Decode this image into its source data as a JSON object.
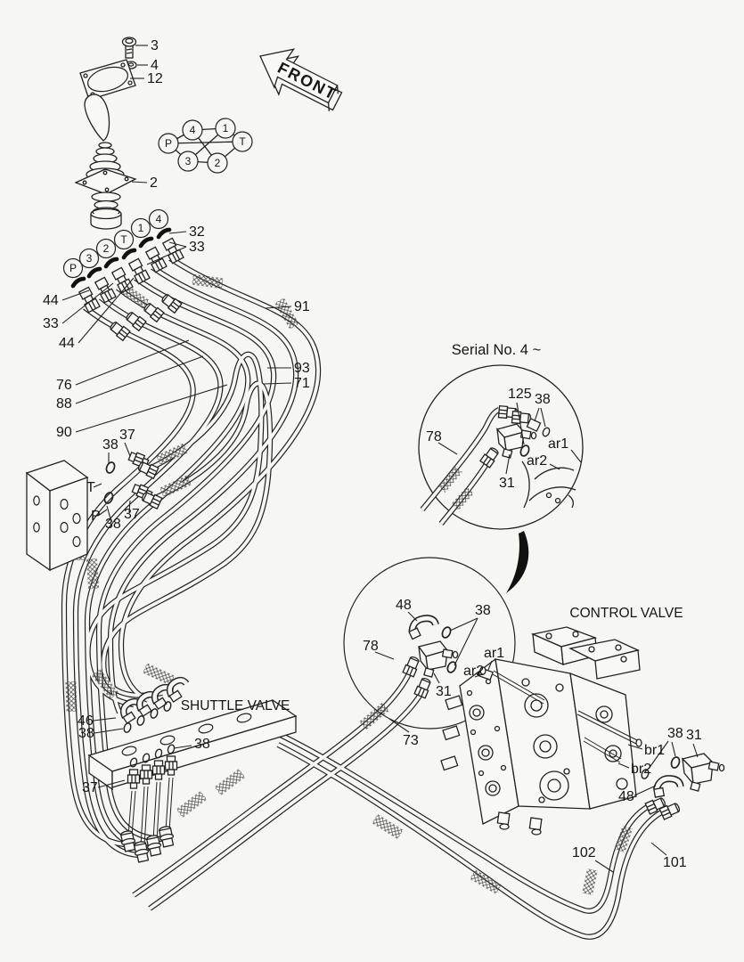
{
  "colors": {
    "ink": "#222222",
    "background": "#f6f6f3"
  },
  "titles": {
    "front": "FRONT",
    "serial_note": "Serial No. 4 ~",
    "control_valve": "CONTROL VALVE",
    "shuttle_valve": "SHUTTLE VALVE"
  },
  "port_diagram": {
    "positions": [
      "4",
      "1",
      "P",
      "T",
      "3",
      "2"
    ]
  },
  "pilot_ports": [
    "P",
    "3",
    "2",
    "T",
    "1",
    "4"
  ],
  "callouts": [
    {
      "name": "bolt",
      "text": "3"
    },
    {
      "name": "washer",
      "text": "4"
    },
    {
      "name": "plate",
      "text": "12"
    },
    {
      "name": "pilot-valve",
      "text": "2"
    },
    {
      "name": "oring-32",
      "text": "32"
    },
    {
      "name": "nut-33-right",
      "text": "33"
    },
    {
      "name": "fitting-44-upper",
      "text": "44"
    },
    {
      "name": "nut-33-left",
      "text": "33"
    },
    {
      "name": "fitting-44-lower",
      "text": "44"
    },
    {
      "name": "hose-91",
      "text": "91"
    },
    {
      "name": "hose-93",
      "text": "93"
    },
    {
      "name": "hose-71",
      "text": "71"
    },
    {
      "name": "hose-76",
      "text": "76"
    },
    {
      "name": "hose-88",
      "text": "88"
    },
    {
      "name": "hose-90",
      "text": "90"
    },
    {
      "name": "fitting-37-t",
      "text": "37"
    },
    {
      "name": "oring-38-t",
      "text": "38"
    },
    {
      "name": "port-t",
      "text": "T"
    },
    {
      "name": "port-p",
      "text": "P"
    },
    {
      "name": "fitting-37-p",
      "text": "37"
    },
    {
      "name": "oring-38-p",
      "text": "38"
    },
    {
      "name": "hose-78-serial",
      "text": "78"
    },
    {
      "name": "adapter-125",
      "text": "125"
    },
    {
      "name": "oring-38-serial",
      "text": "38"
    },
    {
      "name": "ar1-serial",
      "text": "ar1"
    },
    {
      "name": "ar2-serial",
      "text": "ar2"
    },
    {
      "name": "tee-31-serial",
      "text": "31"
    },
    {
      "name": "elbow-48-detail",
      "text": "48"
    },
    {
      "name": "oring-38-detail",
      "text": "38"
    },
    {
      "name": "hose-78-detail",
      "text": "78"
    },
    {
      "name": "ar1-detail",
      "text": "ar1"
    },
    {
      "name": "ar2-detail",
      "text": "ar2"
    },
    {
      "name": "tee-31-detail",
      "text": "31"
    },
    {
      "name": "hose-73",
      "text": "73"
    },
    {
      "name": "elbow-46",
      "text": "46"
    },
    {
      "name": "oring-38-shuttle-top",
      "text": "38"
    },
    {
      "name": "oring-38-shuttle-right",
      "text": "38"
    },
    {
      "name": "fitting-37-shuttle",
      "text": "37"
    },
    {
      "name": "oring-38-cv",
      "text": "38"
    },
    {
      "name": "tee-31-cv",
      "text": "31"
    },
    {
      "name": "br1",
      "text": "br1"
    },
    {
      "name": "br2",
      "text": "br2"
    },
    {
      "name": "elbow-48-cv",
      "text": "48"
    },
    {
      "name": "hose-102",
      "text": "102"
    },
    {
      "name": "hose-101",
      "text": "101"
    }
  ]
}
